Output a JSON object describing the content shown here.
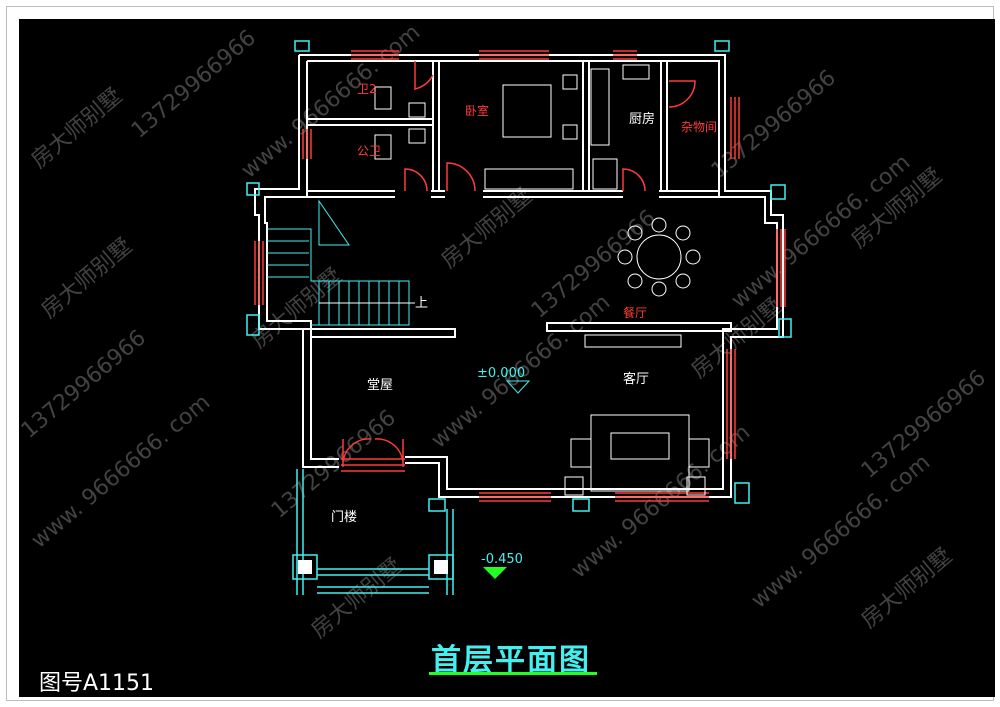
{
  "drawing": {
    "title": "首层平面图",
    "number": "图号A1151"
  },
  "rooms": {
    "bathroom_2": "卫2",
    "bathroom_public": "公卫",
    "bedroom": "卧室",
    "kitchen": "厨房",
    "storage": "杂物间",
    "dining": "餐厅",
    "hall": "堂屋",
    "living": "客厅",
    "porch": "门楼"
  },
  "stair_label": "上",
  "levels": {
    "floor": "±0.000",
    "porch": "-0.450"
  },
  "watermarks": {
    "brand": "房大师别墅",
    "phone": "13729966966",
    "site": "www. 9666666. com"
  },
  "colors": {
    "background": "#000000",
    "wall": "#ffffff",
    "window": "#ff3b3b",
    "column": "#43f0f0",
    "furniture": "#ffffff",
    "title": "#43f0f0",
    "underline": "#22ff22"
  }
}
